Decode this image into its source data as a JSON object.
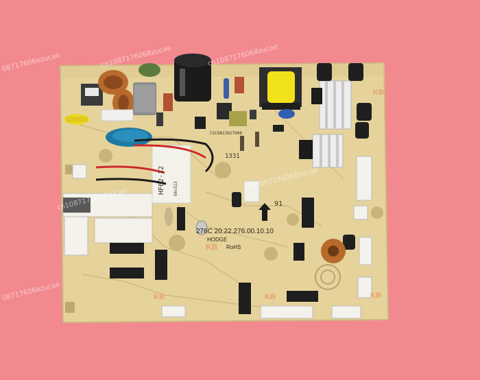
{
  "pcb": {
    "board_color": "#e7d39a",
    "model_line": "276C  20.22.276.00.10.10",
    "maker_line": "HODGE",
    "rohs": "RoHS",
    "relay_label": "HF62-12",
    "transformer_text": "E6c513",
    "silk_code": "CSC0813027006",
    "marking_1": "1331",
    "kb_mark": "KB",
    "recycle_mark": "91"
  },
  "watermarks": [
    "cn1087176068zucae",
    "cn1087176068zucae",
    "cn1087176068zucae",
    "cn1087176068zucae",
    "08717606ezucae",
    "08717606ezucae"
  ]
}
